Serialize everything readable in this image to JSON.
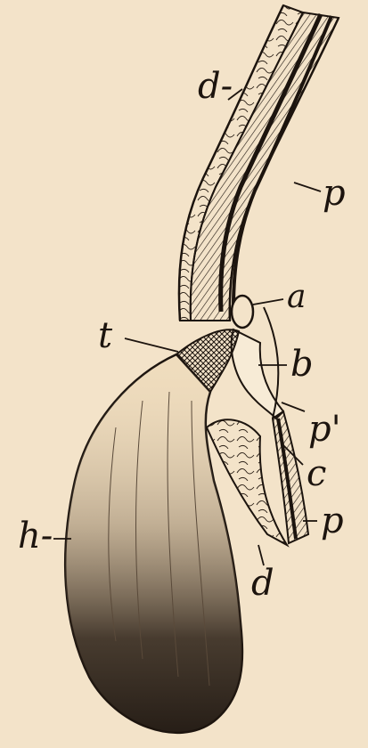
{
  "figure": {
    "background_color": "#f3e3c9",
    "ink_color": "#1c140e",
    "labels": {
      "d_top": "d-",
      "p_top": "p",
      "a": "a",
      "t": "t",
      "b": "b",
      "p_prime": "p'",
      "c": "c",
      "p_bottom": "p",
      "h": "h-",
      "d_bottom": "d"
    }
  }
}
